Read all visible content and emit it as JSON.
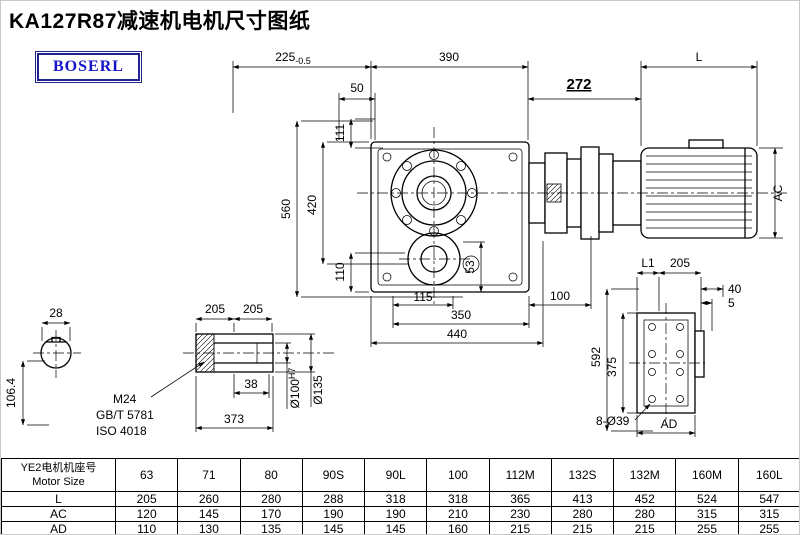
{
  "title": "KA127R87减速机电机尺寸图纸",
  "logo": "BOSERL",
  "dims": {
    "top_width": "225",
    "top_width_tol": "-0.5",
    "top_width2": "390",
    "d50": "50",
    "adapter": "272",
    "motor_len": "L",
    "motor_ac": "AC",
    "d560": "560",
    "d420": "420",
    "d111": "111",
    "d110": "110",
    "d53": "53",
    "d115": "115",
    "d350": "350",
    "d440": "440",
    "d100": "100",
    "shaft_d28": "28",
    "shaft_h106": "106.4",
    "bush_205a": "205",
    "bush_205b": "205",
    "bush_38": "38",
    "thread": "M24",
    "std1": "GB/T 5781",
    "std2": "ISO 4018",
    "bush_373": "373",
    "bore": "Ø100",
    "bore_fit": "H7",
    "od135": "Ø135",
    "side_l1": "L1",
    "side_205": "205",
    "side_40": "40",
    "side_5": "5",
    "side_592": "592",
    "side_375": "375",
    "holes": "8-Ø39",
    "side_ad": "AD"
  },
  "table": {
    "row_header_cn": "YE2电机机座号",
    "row_header_en": "Motor Size",
    "sizes": [
      "63",
      "71",
      "80",
      "90S",
      "90L",
      "100",
      "112M",
      "132S",
      "132M",
      "160M",
      "160L"
    ],
    "rows": [
      {
        "label": "L",
        "values": [
          "205",
          "260",
          "280",
          "288",
          "318",
          "318",
          "365",
          "413",
          "452",
          "524",
          "547"
        ]
      },
      {
        "label": "AC",
        "values": [
          "120",
          "145",
          "170",
          "190",
          "190",
          "210",
          "230",
          "280",
          "280",
          "315",
          "315"
        ]
      },
      {
        "label": "AD",
        "values": [
          "110",
          "130",
          "135",
          "145",
          "145",
          "160",
          "215",
          "215",
          "215",
          "255",
          "255"
        ]
      }
    ]
  }
}
